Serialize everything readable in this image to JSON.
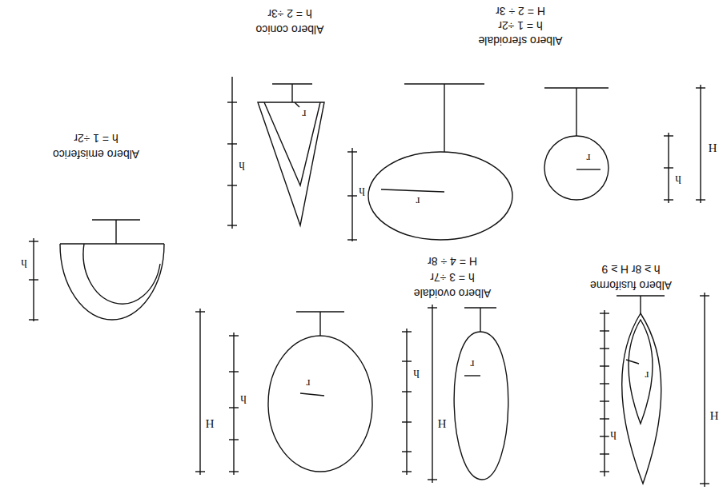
{
  "diagram": {
    "labels": [
      "Albero emisferico",
      "h = 1 ÷2r",
      "Albero conico",
      "h = 2 ÷3r",
      "Albero sferoidale",
      "h = 1 ÷2r",
      "H = 2 ÷ 3r",
      "Albero ovoidale",
      "h = 3 ÷7r",
      "H = 4 ÷ 8r",
      "Albero fusiforme",
      "h ≥ 8r H ≥ 9",
      "h",
      "h",
      "r",
      "h",
      "r",
      "h",
      "H",
      "r",
      "h",
      "H",
      "r",
      "h",
      "H",
      "r",
      "h",
      "H",
      "r"
    ]
  }
}
